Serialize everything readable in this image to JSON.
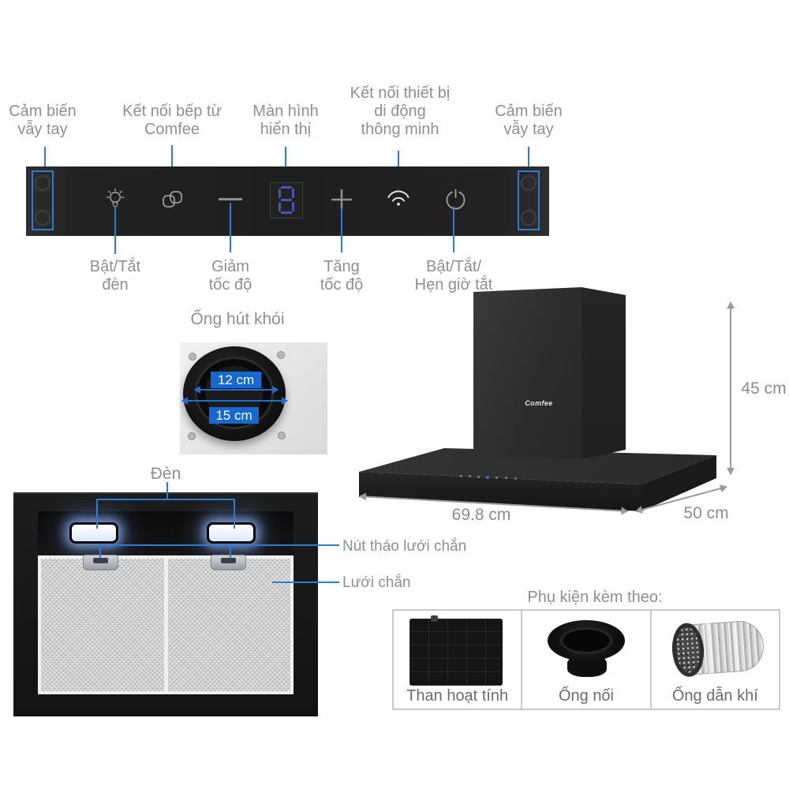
{
  "colors": {
    "accent_blue": "#2e7bd0",
    "badge_blue": "#1668d2",
    "label_gray": "#8f8f8f",
    "dimension_gray": "#8c8c8c",
    "panel_black": "#222222",
    "display_blue": "#4356bb"
  },
  "control_panel": {
    "top_labels": [
      {
        "text": "Cảm biến\nvẫy tay"
      },
      {
        "text": "Kết nối bếp từ\nComfee"
      },
      {
        "text": "Màn hình\nhiển thị"
      },
      {
        "text": "Kết nối thiết bị\ndi động\nthông minh"
      },
      {
        "text": "Cảm biến\nvẫy tay"
      }
    ],
    "bottom_labels": [
      {
        "text": "Bật/Tắt\nđèn"
      },
      {
        "text": "Giảm\ntốc độ"
      },
      {
        "text": "Tăng\ntốc độ"
      },
      {
        "text": "Bật/Tắt/\nHẹn giờ tắt"
      }
    ],
    "icons": [
      "hand-sensor-left",
      "light",
      "hob-link",
      "decrease-speed",
      "speed-display",
      "increase-speed",
      "wifi",
      "power",
      "hand-sensor-right"
    ]
  },
  "duct": {
    "title": "Ống hút khói",
    "inner_diameter": "12 cm",
    "outer_diameter": "15 cm"
  },
  "hood": {
    "brand": "Comfee",
    "height": "45 cm",
    "width": "69.8 cm",
    "depth": "50 cm"
  },
  "underside": {
    "light_label": "Đèn",
    "filter_button_label": "Nút tháo lưới chắn",
    "filter_label": "Lưới chắn"
  },
  "accessories": {
    "heading": "Phụ kiện kèm theo:",
    "items": [
      {
        "label": "Than hoạt tính"
      },
      {
        "label": "Ống nối"
      },
      {
        "label": "Ống dẫn khí"
      }
    ]
  }
}
